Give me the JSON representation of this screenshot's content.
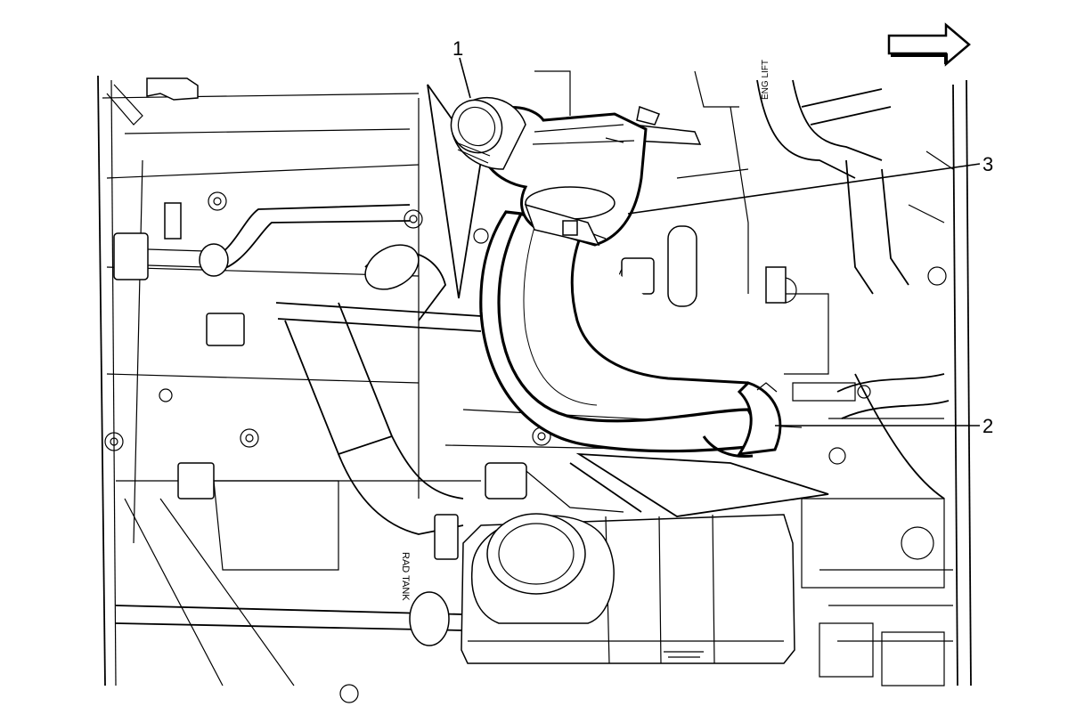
{
  "diagram": {
    "callouts": [
      {
        "label": "1"
      },
      {
        "label": "3"
      },
      {
        "label": "2"
      }
    ],
    "embossed_text": {
      "tank_label": "RAD TANK",
      "engine_label": "ENG LIFT"
    },
    "icons": {
      "direction_arrow": "arrow-right-icon"
    },
    "colors": {
      "line": "#000000",
      "background": "#ffffff"
    }
  }
}
